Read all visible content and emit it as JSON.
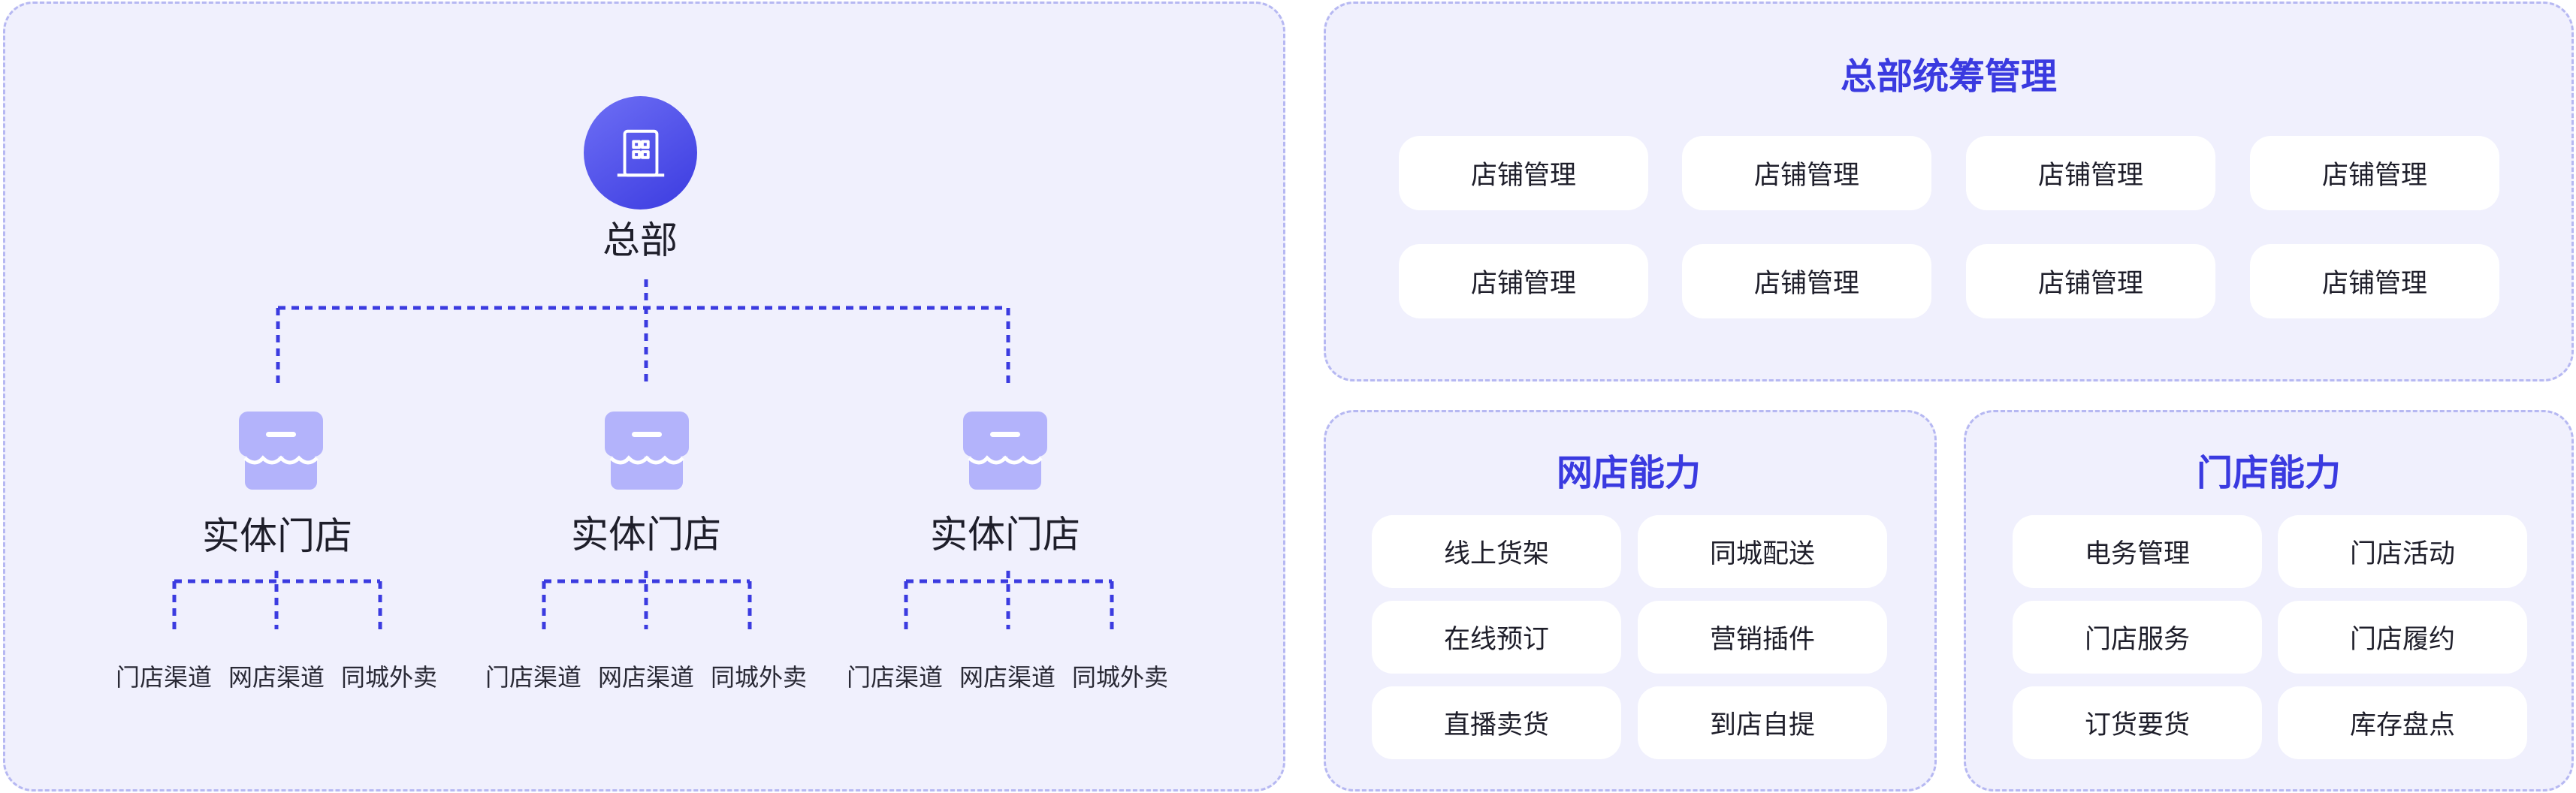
{
  "org": {
    "hq_label": "总部",
    "stores": [
      {
        "label": "实体门店",
        "channels": [
          "门店渠道",
          "网店渠道",
          "同城外卖"
        ]
      },
      {
        "label": "实体门店",
        "channels": [
          "门店渠道",
          "网店渠道",
          "同城外卖"
        ]
      },
      {
        "label": "实体门店",
        "channels": [
          "门店渠道",
          "网店渠道",
          "同城外卖"
        ]
      }
    ]
  },
  "hq_management": {
    "title": "总部统筹管理",
    "items": [
      "店铺管理",
      "店铺管理",
      "店铺管理",
      "店铺管理",
      "店铺管理",
      "店铺管理",
      "店铺管理",
      "店铺管理"
    ]
  },
  "online_capability": {
    "title": "网店能力",
    "items": [
      "线上货架",
      "同城配送",
      "在线预订",
      "营销插件",
      "直播卖货",
      "到店自提"
    ]
  },
  "store_capability": {
    "title": "门店能力",
    "items": [
      "电务管理",
      "门店活动",
      "门店服务",
      "门店履约",
      "订货要货",
      "库存盘点"
    ]
  },
  "colors": {
    "accent": "#3a3ae0",
    "panel_bg": "#f0f0fd",
    "panel_border": "#b6b8f2",
    "store_icon": "#b3b3fb"
  },
  "icons": {
    "hq": "building-icon",
    "store": "storefront-icon"
  }
}
